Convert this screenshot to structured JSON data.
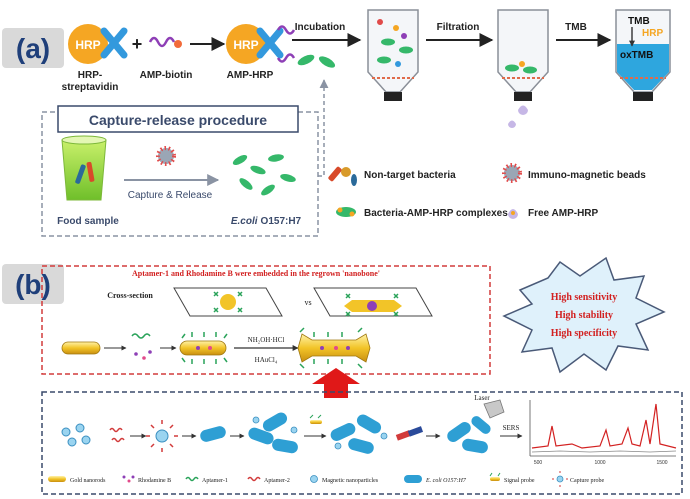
{
  "panel_a": {
    "label": "(a)",
    "hrp": "HRP",
    "hrp_streptavidin": [
      "HRP-",
      "streptavidin"
    ],
    "plus": "+",
    "amp_biotin": "AMP-biotin",
    "amp_hrp": "AMP-HRP",
    "incubation": "Incubation",
    "filtration": "Filtration",
    "tmb_arrow": "TMB",
    "tube_tmb": "TMB",
    "tube_hrp": "HRP",
    "tube_oxtmb": "oxTMB",
    "capture_title": "Capture-release procedure",
    "capture_release": "Capture & Release",
    "food_sample": "Food sample",
    "ecoli": "E.coli",
    "ecoli_strain": "O157:H7",
    "legend": {
      "non_target": "Non-target bacteria",
      "beads": "Immuno-magnetic beads",
      "complexes": "Bacteria-AMP-HRP complexes",
      "free_amp": "Free AMP-HRP"
    }
  },
  "panel_b": {
    "label": "(b)",
    "embed_title": "Aptamer-1 and Rhodamine B were embedded in the regrown 'nanobone'",
    "cross_section": "Cross-section",
    "vs": "vs",
    "reagent1": "NH₂OH·HCl",
    "reagent2": "HAuCl₄",
    "star_lines": [
      "High sensitivity",
      "High stability",
      "High specificity"
    ],
    "laser": "Laser",
    "sers": "SERS",
    "spectrum_ticks": [
      "500",
      "1000",
      "1500"
    ],
    "legend": {
      "gold_nanorods": "Gold nanorods",
      "rhodamine": "Rhodamine B",
      "aptamer1": "Aptamer-1",
      "aptamer2": "Aptamer-2",
      "magnetic": "Magnetic nanoparticles",
      "ecoli": "E. coli O157:H7",
      "signal": "Signal probe",
      "capture": "Capture probe"
    }
  },
  "colors": {
    "label_fill": "#d9d9d9",
    "label_text": "#1f3f7a",
    "hrp_orange": "#f5a623",
    "cross_blue": "#3399dd",
    "amp_purple": "#8e3fb6",
    "bacteria_green": "#35b86a",
    "dashed_red": "#d23b3b",
    "dashed_navy": "#3a4a6b",
    "red_text": "#d22020",
    "star_fill": "#dff1fb",
    "cell_blue": "#2e9fd4",
    "spectrum_red": "#d32222"
  }
}
